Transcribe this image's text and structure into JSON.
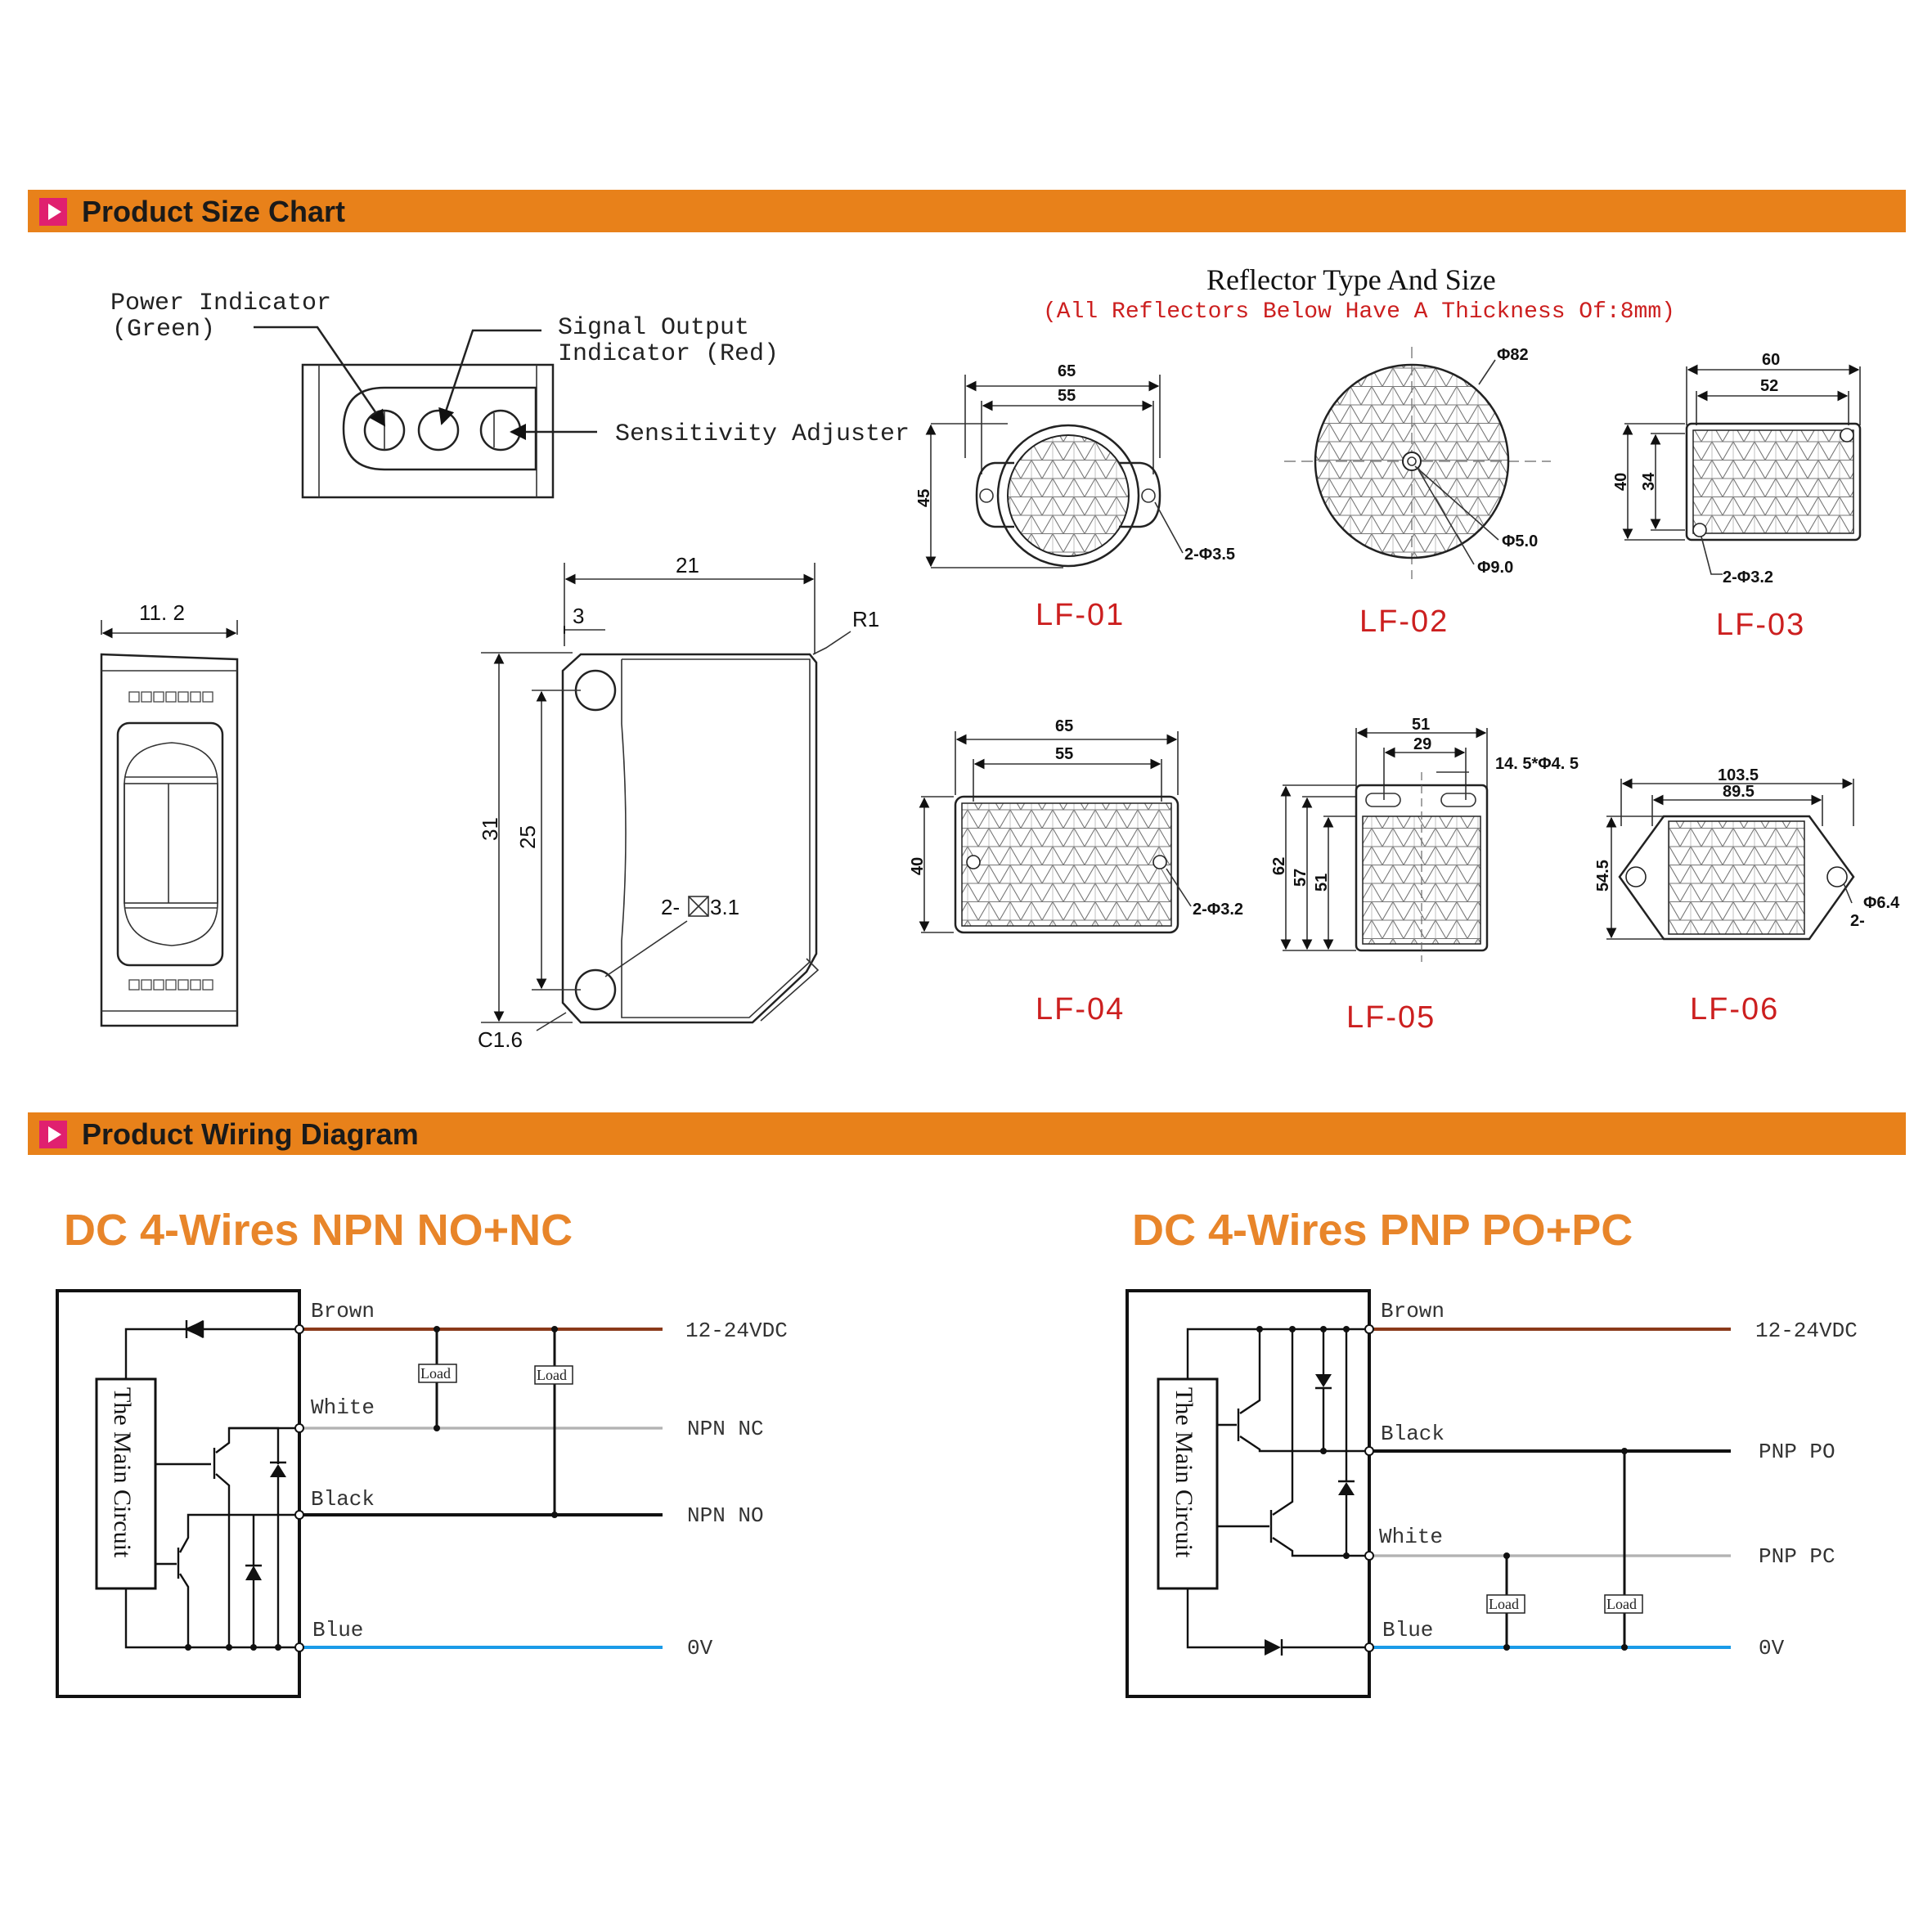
{
  "colors": {
    "orange": "#e8811a",
    "pink": "#e0206f",
    "red": "#cc1f1f",
    "brown": "#8b3a1a",
    "blue": "#1a9be8",
    "black": "#111111",
    "white_wire": "#cccccc",
    "wire_title": "#e8852a"
  },
  "size_chart": {
    "header": "Product Size Chart",
    "callouts": {
      "power": "Power Indicator",
      "power_sub": "(Green)",
      "signal": "Signal Output",
      "signal_sub": "Indicator (Red)",
      "sens": "Sensitivity Adjuster"
    },
    "side_width": "11. 2",
    "front": {
      "w": "21",
      "hole": "3",
      "r": "R1",
      "h": "31",
      "hh": "25",
      "holes": "2-",
      "holes_b": "3.1",
      "chamfer": "C1.6"
    },
    "reflector_title": "Reflector Type And Size",
    "reflector_note": "(All Reflectors Below Have A Thickness Of:8mm)",
    "reflectors": [
      {
        "model": "LF-01",
        "d1": "65",
        "d2": "55",
        "h": "45",
        "hole": "2-Φ3.5"
      },
      {
        "model": "LF-02",
        "dia": "Φ82",
        "in1": "Φ5.0",
        "in2": "Φ9.0"
      },
      {
        "model": "LF-03",
        "d1": "60",
        "d2": "52",
        "h1": "40",
        "h2": "34",
        "hole": "2-Φ3.2"
      },
      {
        "model": "LF-04",
        "d1": "65",
        "d2": "55",
        "h": "40",
        "hole": "2-Φ3.2"
      },
      {
        "model": "LF-05",
        "d1": "51",
        "d2": "29",
        "slot": "14. 5*Φ4. 5",
        "h1": "62",
        "h2": "57",
        "h3": "51"
      },
      {
        "model": "LF-06",
        "d1": "103.5",
        "d2": "89.5",
        "h": "54.5",
        "hole": "Φ6.4",
        "count": "2-"
      }
    ]
  },
  "wiring": {
    "header": "Product Wiring Diagram",
    "npn": {
      "title": "DC 4-Wires NPN NO+NC",
      "main": "The Main Circuit",
      "brown": "Brown",
      "white": "White",
      "black": "Black",
      "blue": "Blue",
      "v": "12-24VDC",
      "nc": "NPN NC",
      "no": "NPN NO",
      "zero": "0V",
      "load": "Load"
    },
    "pnp": {
      "title": "DC 4-Wires PNP PO+PC",
      "main": "The Main Circuit",
      "brown": "Brown",
      "black": "Black",
      "white": "White",
      "blue": "Blue",
      "v": "12-24VDC",
      "po": "PNP PO",
      "pc": "PNP PC",
      "zero": "0V",
      "load": "Load"
    }
  }
}
